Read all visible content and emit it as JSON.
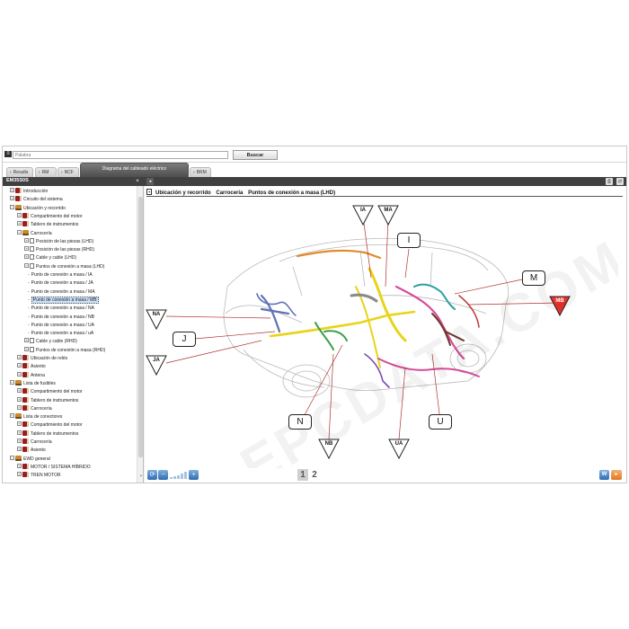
{
  "search": {
    "placeholder": "Palabra",
    "button_label": "Buscar"
  },
  "tabs": [
    {
      "label": "Results",
      "arrow": "›"
    },
    {
      "label": "RM",
      "arrow": "›"
    },
    {
      "label": "NCF",
      "arrow": "›"
    },
    {
      "label": "Diagrama del cableado eléctrico",
      "arrow": ""
    },
    {
      "label": "BRM",
      "arrow": "›"
    }
  ],
  "left_panel": {
    "title": "EM35S0S",
    "close_glyph": "×"
  },
  "viewer": {
    "back_glyph": "◂",
    "breadcrumb_box": "+",
    "breadcrumb": [
      "Ubicación y recorrido",
      "Carrocería",
      "Puntos de conexión a masa (LHD)"
    ],
    "print_glyph": "⎙",
    "export_glyph": "⇄",
    "pages": [
      "1",
      "2"
    ],
    "w_button": "W",
    "r_button": "▸"
  },
  "tree": [
    {
      "label": "Introducción",
      "icon": "book",
      "expander": "+"
    },
    {
      "label": "Circuito del sistema",
      "icon": "book",
      "expander": "+"
    },
    {
      "label": "Ubicación y recorrido",
      "icon": "book-open",
      "expander": "−"
    },
    {
      "label": "Compartimiento del motor",
      "icon": "book",
      "expander": "+"
    },
    {
      "label": "Tablero de instrumentos",
      "icon": "book",
      "expander": "+"
    },
    {
      "label": "Carrocería",
      "icon": "book-open",
      "expander": "−"
    },
    {
      "label": "Posición de las piezas (LHD)",
      "icon": "page",
      "expander": "+"
    },
    {
      "label": "Posición de las piezas (RHD)",
      "icon": "page",
      "expander": "+"
    },
    {
      "label": "Cable y cable (LHD)",
      "icon": "page",
      "expander": "+"
    },
    {
      "label": "Puntos de conexión a masa (LHD)",
      "icon": "page",
      "expander": "−"
    },
    {
      "label": "Punto de conexión a masa / IA",
      "icon": "dash",
      "expander": ""
    },
    {
      "label": "Punto de conexión a masa / JA",
      "icon": "dash",
      "expander": ""
    },
    {
      "label": "Punto de conexión a masa / MA",
      "icon": "dash",
      "expander": ""
    },
    {
      "label": "Punto de conexión a masa / MB",
      "icon": "dash",
      "expander": "",
      "selected": true
    },
    {
      "label": "Punto de conexión a masa / NA",
      "icon": "dash",
      "expander": ""
    },
    {
      "label": "Punto de conexión a masa / NB",
      "icon": "dash",
      "expander": ""
    },
    {
      "label": "Punto de conexión a masa / UA",
      "icon": "dash",
      "expander": ""
    },
    {
      "label": "Punto de conexión a masa / uA",
      "icon": "dash",
      "expander": ""
    },
    {
      "label": "Cable y cable (RHD)",
      "icon": "page",
      "expander": "+"
    },
    {
      "label": "Puntos de conexión a masa (RHD)",
      "icon": "page",
      "expander": "+"
    },
    {
      "label": "Ubicación de relés",
      "icon": "book",
      "expander": "+"
    },
    {
      "label": "Asiento",
      "icon": "book",
      "expander": "+"
    },
    {
      "label": "Antena",
      "icon": "book",
      "expander": "+"
    },
    {
      "label": "Lista de fusibles",
      "icon": "book-open",
      "expander": "−"
    },
    {
      "label": "Compartimiento del motor",
      "icon": "book",
      "expander": "+"
    },
    {
      "label": "Tablero de instrumentos",
      "icon": "book",
      "expander": "+"
    },
    {
      "label": "Carrocería",
      "icon": "book",
      "expander": "+"
    },
    {
      "label": "Lista de conectores",
      "icon": "book-open",
      "expander": "−"
    },
    {
      "label": "Compartimiento del motor",
      "icon": "book",
      "expander": "+"
    },
    {
      "label": "Tablero de instrumentos",
      "icon": "book",
      "expander": "+"
    },
    {
      "label": "Carrocería",
      "icon": "book",
      "expander": "+"
    },
    {
      "label": "Asiento",
      "icon": "book",
      "expander": "+"
    },
    {
      "label": "EWD general",
      "icon": "book-open",
      "expander": "−"
    },
    {
      "label": "MOTOR / SISTEMA HÍBRIDO",
      "icon": "book",
      "expander": "+"
    },
    {
      "label": "TREN MOTOR",
      "icon": "book",
      "expander": "+"
    }
  ],
  "diagram": {
    "watermark": "EPCDATA.COM",
    "callouts": [
      "I",
      "M",
      "J",
      "N",
      "U"
    ],
    "ground_points": [
      "IA",
      "MA",
      "NA",
      "JA",
      "MB",
      "NB",
      "UA"
    ],
    "colors": {
      "ground_highlight": "#e8342c",
      "callout_line": "#b03030",
      "harness_yellow": "#e8d418",
      "harness_pink": "#d64c9a",
      "harness_blue": "#5f72b8",
      "harness_green": "#3aa04a",
      "harness_orange": "#e08a2a"
    }
  }
}
